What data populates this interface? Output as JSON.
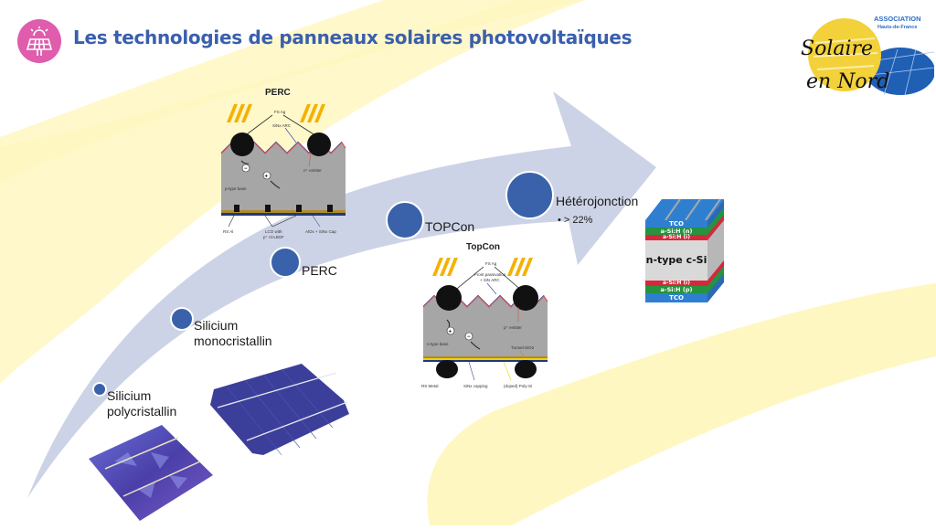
{
  "header": {
    "title": "Les technologies de panneaux solaires photovoltaïques",
    "icon": "solar-panel-icon"
  },
  "logo": {
    "line1": "Solaire",
    "line2": "en Nord",
    "org": "ASSOCIATION",
    "region": "Hauts-de-France"
  },
  "colors": {
    "title": "#3a5fad",
    "arrow": "#cdd3e6",
    "dot": "#3a62aa",
    "swoosh": "#fff7c2",
    "icon_bg": "#e05cad"
  },
  "timeline": {
    "steps": [
      {
        "label_line1": "Silicium",
        "label_line2": "polycristallin"
      },
      {
        "label_line1": "Silicium",
        "label_line2": "monocristallin"
      },
      {
        "label_line1": "PERC"
      },
      {
        "label_line1": "TOPCon"
      },
      {
        "label_line1": "Hétérojonction",
        "detail": "• > 22%"
      }
    ]
  },
  "perc_diagram": {
    "title": "PERC",
    "labels": {
      "fs_ag": "FS Ag",
      "arc": "SiNx ARC",
      "emitter": "n⁺ emitter",
      "base": "p-type base",
      "rs": "RS Al",
      "lco": "LCO with",
      "lco2": "p⁺ Al-LBSF",
      "cap": "AlOx + SiNx Cap"
    }
  },
  "topcon_diagram": {
    "title": "TopCon",
    "labels": {
      "fs_ag": "FS Ag",
      "passivation": "Front passivation",
      "passivation2": "+ SiN ARC",
      "emitter": "p⁺ emitter",
      "base": "n-type base",
      "tunnel": "Tunnel-SiO2",
      "rs": "RS Metal",
      "capping": "SiNx capping",
      "polysi": "(doped) Poly-Si"
    }
  },
  "hj_diagram": {
    "layers": [
      "TCO",
      "a-Si:H (n)",
      "a-Si:H (i)",
      "n-type c-Si",
      "a-Si:H (i)",
      "a-Si:H (p)",
      "TCO"
    ]
  }
}
